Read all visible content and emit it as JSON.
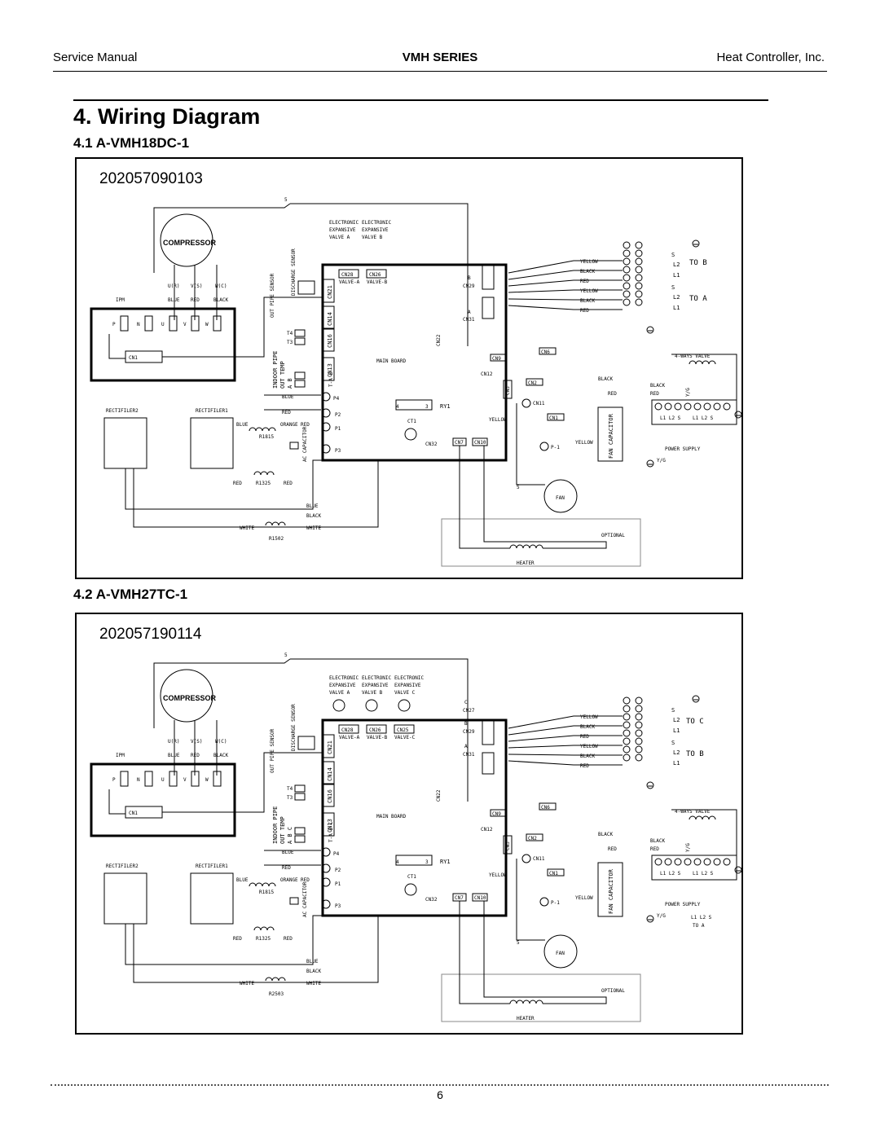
{
  "header": {
    "left": "Service Manual",
    "center": "VMH SERIES",
    "right": "Heat Controller, Inc."
  },
  "section": {
    "title": "4.  Wiring Diagram"
  },
  "diagrams": [
    {
      "heading": "4.1 A-VMH18DC-1",
      "code": "202057090103",
      "labels": {
        "compressor": "COMPRESSOR",
        "ipm": "IPM",
        "ur": "U(R)",
        "vs": "V(S)",
        "wc": "W(C)",
        "blue": "BLUE",
        "red": "RED",
        "black": "BLACK",
        "p": "P",
        "n": "N",
        "u": "U",
        "v": "V",
        "w": "W",
        "cn1": "CN1",
        "eev_a": [
          "ELECTRONIC",
          "EXPANSIVE",
          "VALVE A"
        ],
        "eev_b": [
          "ELECTRONIC",
          "EXPANSIVE",
          "VALVE B"
        ],
        "cn28": "CN28",
        "cn26": "CN26",
        "valve_a": "VALVE-A",
        "valve_b": "VALVE-B",
        "cn21": "CN21",
        "cn14": "CN14",
        "cn16": "CN16",
        "cn13": "CN13",
        "cn22": "CN22",
        "discharge_sensor": "DISCHARGE SENSOR",
        "out_pipe_sensor": "OUT PIPE SENSOR",
        "t4": "T4",
        "t3": "T3",
        "indoor_pipe": "INDOOR PIPE",
        "out_temp": "OUT TEMP",
        "ab": "A B",
        "tab": "T-A B",
        "main_board": "MAIN BOARD",
        "p4": "P4",
        "p2": "P2",
        "p1": "P1",
        "p3": "P3",
        "rectifier2": "RECTIFILER2",
        "rectifier1": "RECTIFILER1",
        "orange": "ORANGE",
        "r1815": "R1815",
        "r1325": "R1325",
        "rwhite": "R1502",
        "ac_capacitor": "AC CAPACITOR",
        "ct1": "CT1",
        "cn32": "CN32",
        "cn7": "CN7",
        "cn10": "CN10",
        "ry1": "RY1",
        "r4": "4",
        "r3": "3",
        "cn9": "CN9",
        "cn6": "CN6",
        "cn12": "CN12",
        "cn3": "CN3",
        "cn2": "CN2",
        "cn11": "CN11",
        "cn1b": "CN1",
        "p1b": "P-1",
        "four_way": "4-WAYS VALVE",
        "fan_capacitor": "FAN CAPACITOR",
        "yellow": "YELLOW",
        "fan": "FAN",
        "five": "5",
        "optional": "OPTIONAL",
        "heater": "HEATER",
        "white": "WHITE",
        "power_supply": "POWER SUPPLY",
        "yg": "Y/G",
        "to_a": "TO A",
        "to_b": "TO B",
        "s": "S",
        "l1": "L1",
        "l2": "L2",
        "cn29": "CN29",
        "cn31": "CN31",
        "bb": "B",
        "aa": "A",
        "l1l2s": "L1 L2  S"
      }
    },
    {
      "heading": "4.2 A-VMH27TC-1",
      "code": "202057190114",
      "labels": {
        "compressor": "COMPRESSOR",
        "ipm": "IPM",
        "ur": "U(R)",
        "vs": "V(S)",
        "wc": "W(C)",
        "blue": "BLUE",
        "red": "RED",
        "black": "BLACK",
        "p": "P",
        "n": "N",
        "u": "U",
        "v": "V",
        "w": "W",
        "cn1": "CN1",
        "eev_a": [
          "ELECTRONIC",
          "EXPANSIVE",
          "VALVE A"
        ],
        "eev_b": [
          "ELECTRONIC",
          "EXPANSIVE",
          "VALVE B"
        ],
        "eev_c": [
          "ELECTRONIC",
          "EXPANSIVE",
          "VALVE C"
        ],
        "cn28": "CN28",
        "cn26": "CN26",
        "cn25": "CN25",
        "valve_a": "VALVE-A",
        "valve_b": "VALVE-B",
        "valve_c": "VALVE-C",
        "cn21": "CN21",
        "cn14": "CN14",
        "cn16": "CN16",
        "cn13": "CN13",
        "cn22": "CN22",
        "discharge_sensor": "DISCHARGE SENSOR",
        "out_pipe_sensor": "OUT PIPE SENSOR",
        "t4": "T4",
        "t3": "T3",
        "indoor_pipe": "INDOOR PIPE",
        "out_temp": "OUT TEMP",
        "ab": "A B C",
        "tab": "T-A B C",
        "main_board": "MAIN BOARD",
        "p4": "P4",
        "p2": "P2",
        "p1": "P1",
        "p3": "P3",
        "rectifier2": "RECTIFILER2",
        "rectifier1": "RECTIFILER1",
        "orange": "ORANGE",
        "r1815": "R1815",
        "r1325": "R1325",
        "rwhite": "R2503",
        "ac_capacitor": "AC CAPACITOR",
        "ct1": "CT1",
        "cn32": "CN32",
        "cn7": "CN7",
        "cn10": "CN10",
        "ry1": "RY1",
        "r4": "4",
        "r3": "3",
        "cn9": "CN9",
        "cn6": "CN6",
        "cn12": "CN12",
        "cn3": "CN3",
        "cn2": "CN2",
        "cn11": "CN11",
        "cn1b": "CN1",
        "p1b": "P-1",
        "four_way": "4-WAYS VALVE",
        "fan_capacitor": "FAN CAPACITOR",
        "yellow": "YELLOW",
        "fan": "FAN",
        "five": "5",
        "optional": "OPTIONAL",
        "heater": "HEATER",
        "white": "WHITE",
        "power_supply": "POWER SUPPLY",
        "yg": "Y/G",
        "to_a": "TO A",
        "to_b": "TO B",
        "to_c": "TO C",
        "s": "S",
        "l1": "L1",
        "l2": "L2",
        "cn27": "CN27",
        "cn29": "CN29",
        "cn31": "CN31",
        "cc": "C",
        "bb": "B",
        "aa": "A",
        "l1l2s": "L1 L2  S"
      }
    }
  ],
  "page_number": "6"
}
